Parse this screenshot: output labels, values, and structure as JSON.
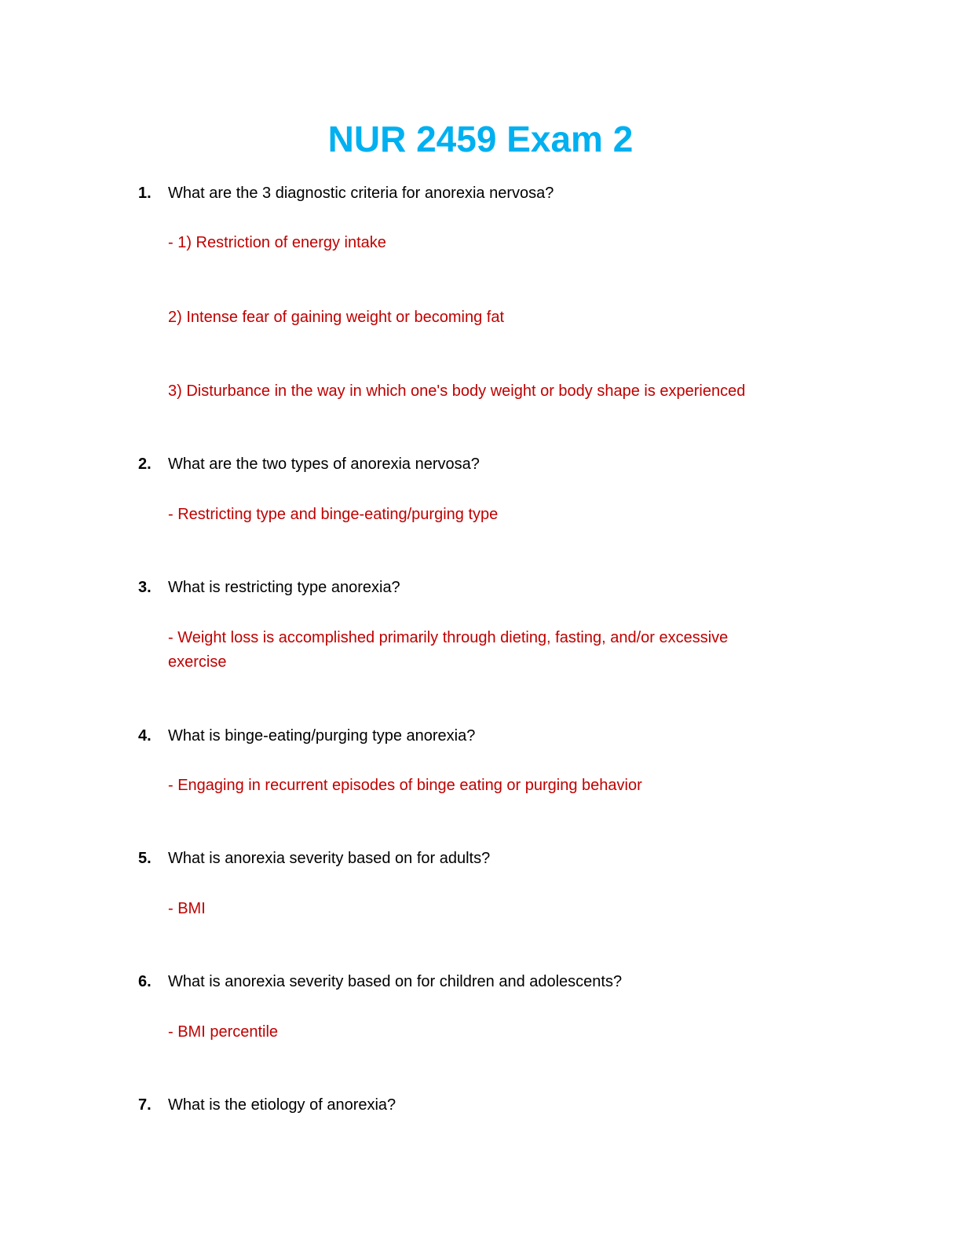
{
  "title": "NUR 2459 Exam 2",
  "colors": {
    "title": "#00b0f0",
    "question": "#000000",
    "answer": "#c00000"
  },
  "questions": [
    {
      "num": "1.",
      "text": "What are the 3 diagnostic criteria for anorexia nervosa?",
      "answers": [
        "- 1) Restriction of energy intake",
        "2) Intense fear of gaining weight or becoming fat",
        "3) Disturbance in the way in which one's body weight or body shape is experienced"
      ]
    },
    {
      "num": "2.",
      "text": "What are the two types of anorexia nervosa?",
      "answers": [
        "- Restricting type and binge-eating/purging type"
      ]
    },
    {
      "num": "3.",
      "text": "What is restricting type anorexia?",
      "answers": [
        "- Weight loss is accomplished primarily through dieting, fasting, and/or excessive exercise"
      ]
    },
    {
      "num": "4.",
      "text": "What is binge-eating/purging type anorexia?",
      "answers": [
        "- Engaging in recurrent episodes of binge eating or purging behavior"
      ]
    },
    {
      "num": "5.",
      "text": "What is anorexia severity based on for adults?",
      "answers": [
        "- BMI"
      ]
    },
    {
      "num": "6.",
      "text": "What is anorexia severity based on for children and adolescents?",
      "answers": [
        "- BMI percentile"
      ]
    },
    {
      "num": "7.",
      "text": "What is the etiology of anorexia?",
      "answers": []
    }
  ]
}
